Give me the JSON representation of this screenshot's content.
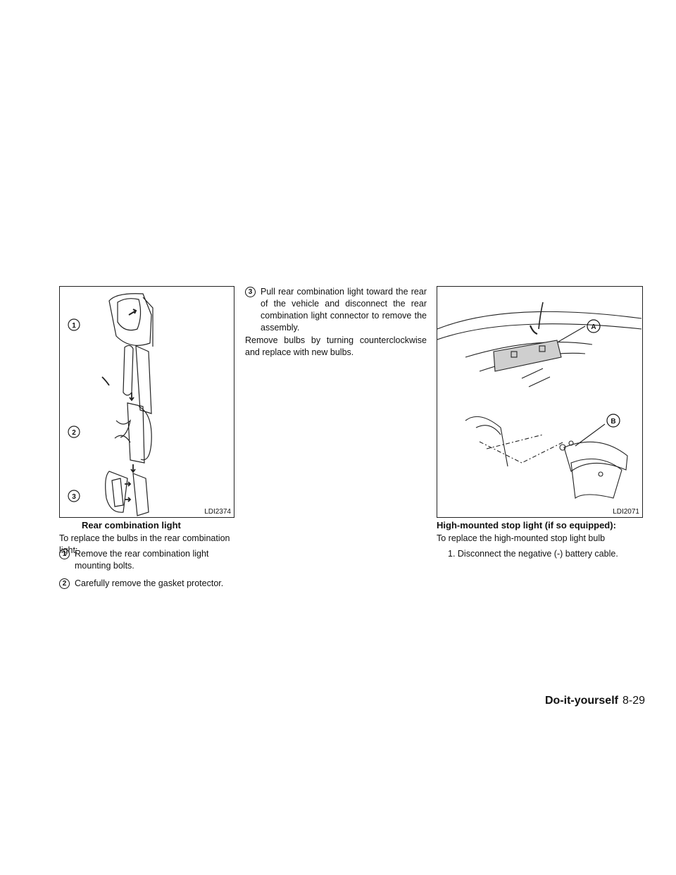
{
  "figure_left": {
    "code": "LDI2374",
    "caption": "Rear combination light",
    "callouts": [
      "1",
      "2",
      "3"
    ]
  },
  "figure_right": {
    "code": "LDI2071",
    "caption": "High-mounted stop light (if so equipped):",
    "callouts": [
      "A",
      "B"
    ]
  },
  "left_column": {
    "intro": "To replace the bulbs in the rear combination light:",
    "steps": [
      {
        "num": "1",
        "text": "Remove the rear combination light mounting bolts."
      },
      {
        "num": "2",
        "text": "Carefully remove the gasket protector."
      }
    ]
  },
  "middle_column": {
    "step3": {
      "num": "3",
      "text": "Pull rear combination light toward the rear of the vehicle and disconnect the rear combi­nation light connector to remove the assem­bly."
    },
    "para": "Remove bulbs by turning counterclockwise and replace with new bulbs."
  },
  "right_column": {
    "intro": "To replace the high-mounted stop light bulb",
    "step1": "1. Disconnect the negative (-) battery cable."
  },
  "footer": {
    "section": "Do-it-yourself",
    "page": "8-29"
  }
}
